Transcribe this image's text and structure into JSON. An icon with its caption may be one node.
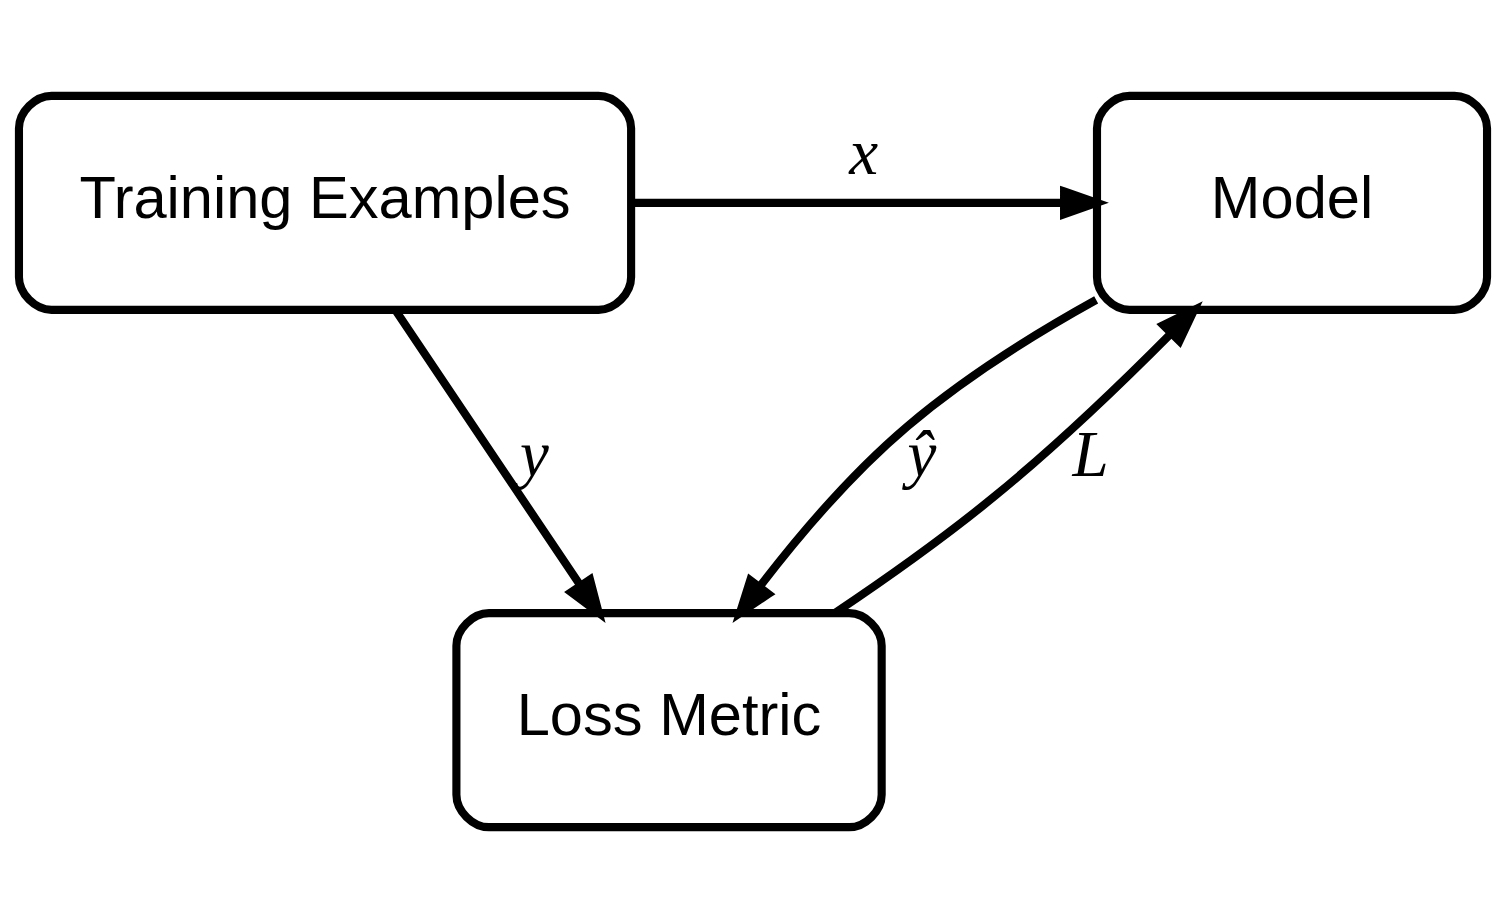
{
  "diagram": {
    "nodes": [
      {
        "text": [
          "Training Examples"
        ]
      },
      {
        "text": [
          "Model"
        ]
      },
      {
        "text": [
          "Loss Metric"
        ]
      }
    ],
    "edges": [
      {
        "from": 0,
        "to": 1,
        "arrow": "to",
        "label": "x"
      },
      {
        "from": 0,
        "to": 2,
        "arrow": "to",
        "label": "y"
      },
      {
        "from": 2,
        "to": 1,
        "arrow": "to",
        "label": "L"
      },
      {
        "from": 1,
        "to": 2,
        "arrow": "to",
        "label": "ŷ"
      }
    ]
  }
}
